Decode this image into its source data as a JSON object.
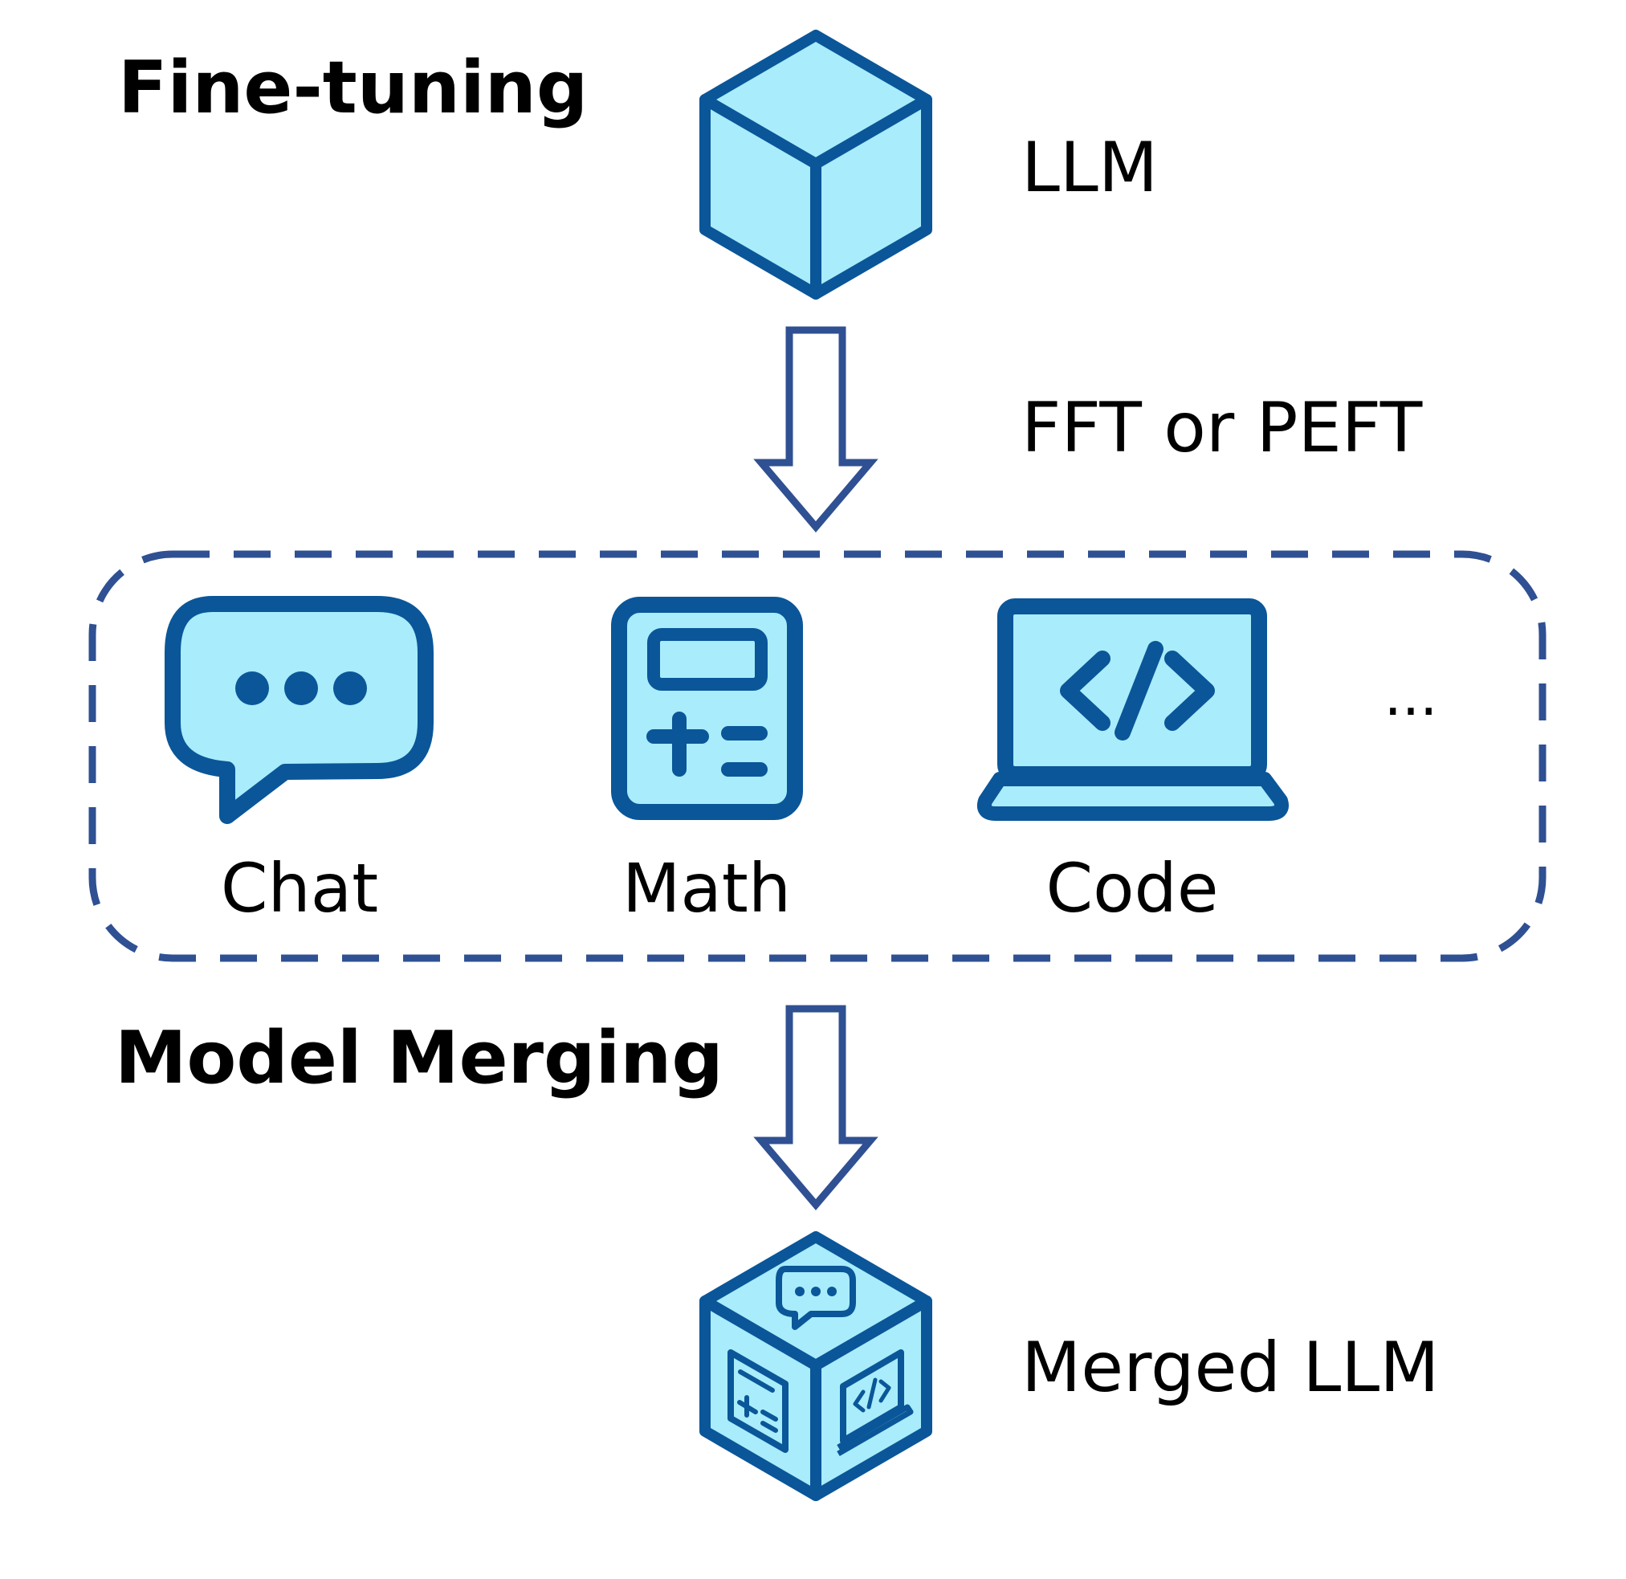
{
  "colors": {
    "fill": "#a9ecfb",
    "stroke": "#0a5699",
    "arrow": "#2f5092",
    "text": "#000000"
  },
  "labels": {
    "section_finetuning": "Fine-tuning",
    "base_model": "LLM",
    "method": "FFT or PEFT",
    "section_merging": "Model Merging",
    "merged_model": "Merged LLM",
    "more": "..."
  },
  "tasks": [
    {
      "label": "Chat",
      "icon": "chat-bubble-icon"
    },
    {
      "label": "Math",
      "icon": "calculator-icon"
    },
    {
      "label": "Code",
      "icon": "laptop-code-icon"
    }
  ]
}
